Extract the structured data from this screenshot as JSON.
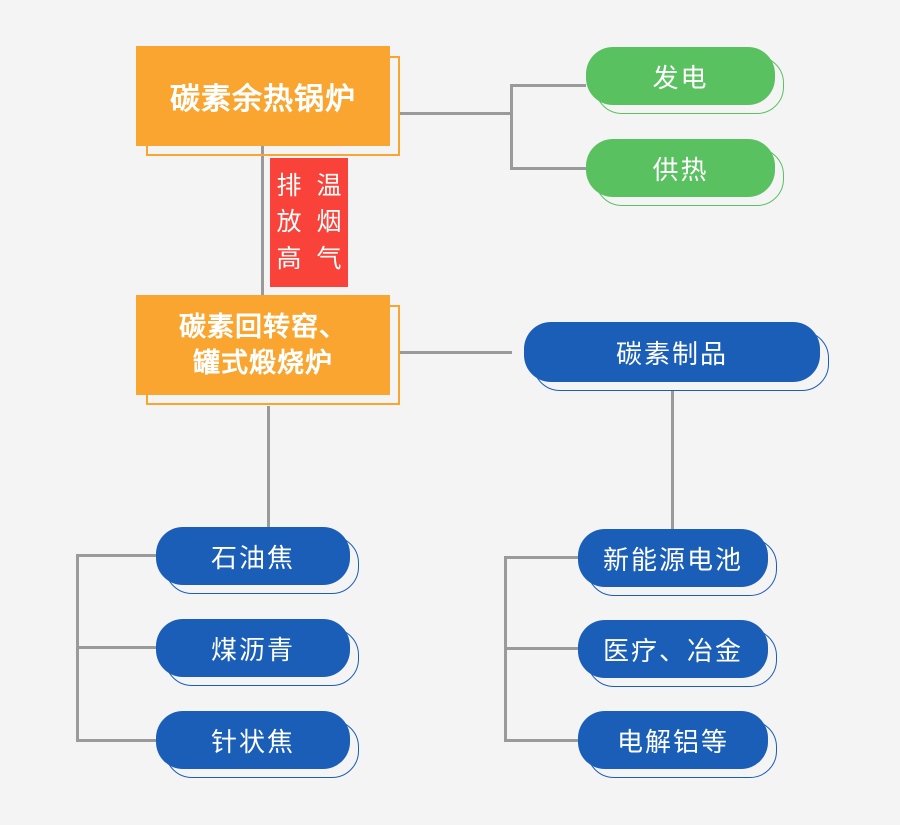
{
  "diagram": {
    "colors": {
      "bg": "#f4f4f5",
      "orange": "#f9a52f",
      "red": "#f8423a",
      "green": "#5ac161",
      "blue": "#1a5eb8",
      "line": "#9a9a9a",
      "text": "#ffffff"
    },
    "nodes": {
      "boiler": {
        "label": "碳素余热锅炉"
      },
      "flue_gas": {
        "text": "排放高温烟气",
        "columns": [
          "排放高",
          "温烟气"
        ]
      },
      "kiln": {
        "line1": "碳素回转窑、",
        "line2": "罐式煅烧炉"
      },
      "power": {
        "label": "发电"
      },
      "heating": {
        "label": "供热"
      },
      "products": {
        "label": "碳素制品"
      },
      "petroleum_coke": {
        "label": "石油焦"
      },
      "coal_pitch": {
        "label": "煤沥青"
      },
      "needle_coke": {
        "label": "针状焦"
      },
      "new_energy_battery": {
        "label": "新能源电池"
      },
      "medical_metallurgy": {
        "label": "医疗、冶金"
      },
      "electrolytic_aluminum": {
        "label": "电解铝等"
      }
    }
  }
}
